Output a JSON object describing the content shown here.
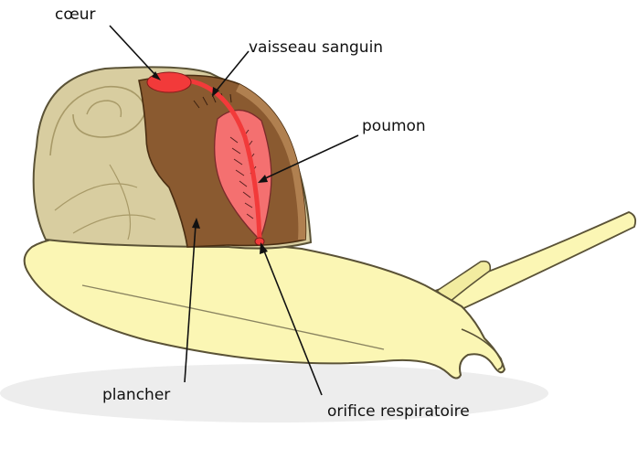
{
  "labels": {
    "heart": "cœur",
    "blood_vessel": "vaisseau sanguin",
    "lung": "poumon",
    "floor": "plancher",
    "respiratory_opening": "orifice respiratoire"
  },
  "colors": {
    "body": "#fbf6b4",
    "body_outline": "#5a5236",
    "shell": "#d8cda0",
    "shell_shadow": "#b9ac7c",
    "mantle_cavity": "#8a5a30",
    "heart_and_vessel": "#f23a3a",
    "lung": "#f47070"
  }
}
